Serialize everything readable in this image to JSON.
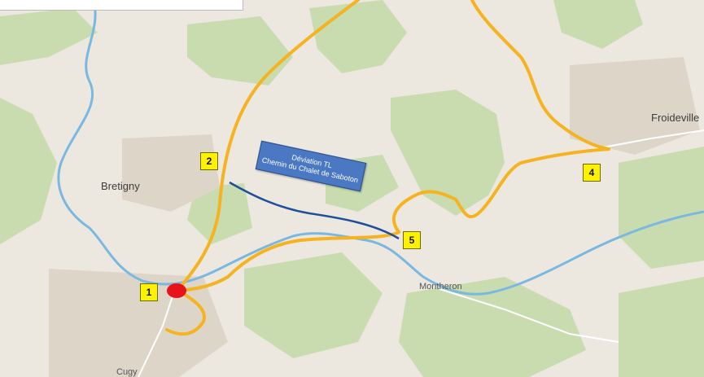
{
  "places": {
    "bretigny": "Bretigny",
    "froideville": "Froideville",
    "montheron": "Montheron",
    "cugy": "Cugy"
  },
  "markers": [
    "1",
    "2",
    "4",
    "5"
  ],
  "deviation": {
    "line1": "Déviation TL",
    "line2": "Chemin du Chalet de Saboton"
  },
  "colors": {
    "land": "#ece8df",
    "forest": "#c8dcb0",
    "river": "#7ab8e0",
    "route": "#f5b321",
    "deviation_line": "#1f4f9a",
    "stop": "#e8121a",
    "marker": "#fff200",
    "label_box": "#4a78c2"
  }
}
